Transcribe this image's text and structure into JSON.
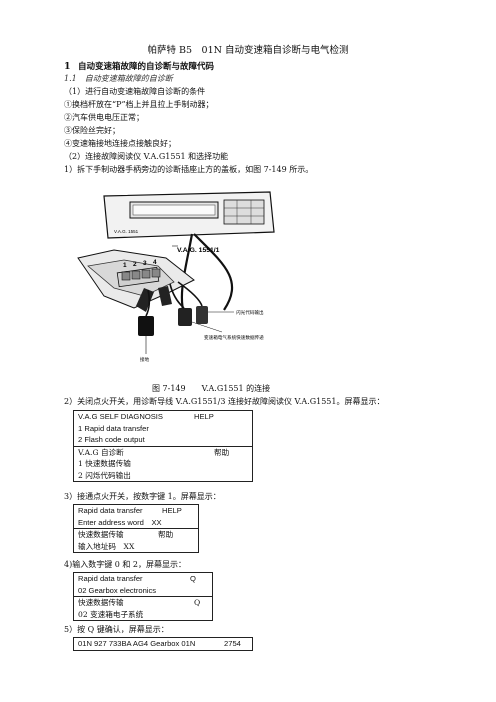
{
  "title": "帕萨特 B5　01N 自动变速箱自诊断与电气检测",
  "section1": {
    "num": "1",
    "label": "自动变速箱故障的自诊断与故障代码"
  },
  "section11": "1.1　自动变速箱故障的自诊断",
  "lines": {
    "l1": "（1）进行自动变速箱故障自诊断的条件",
    "l2": "①换档杆放在“P”档上并且拉上手制动器；",
    "l3": "②汽车供电电压正常；",
    "l4": "③保险丝完好；",
    "l5": "④变速箱接地连接点接触良好；",
    "l6": "（2）连接故障阅读仪 V.A.G1551 和选择功能",
    "l7": "1）拆下手制动器手柄旁边的诊断插座止方的盖板，如图 7-149 所示。",
    "l8": "2）关闭点火开关，用诊断导线 V.A.G1551/3 连接好故障阅读仪 V.A.G1551。屏幕显示：",
    "l9": "3）接通点火开关，按数字键 1。屏幕显示：",
    "l10": "4)输入数字键 0 和 2，屏幕显示：",
    "l11": "5）按 Q 键确认，屏幕显示："
  },
  "figure": {
    "caption": "图 7-149　　V.A.G1551 的连接",
    "device_label": "V.A.G. 1551/1",
    "vag_label": "V.A.G. 1551",
    "numbers": [
      "1",
      "2",
      "3",
      "4"
    ],
    "callout1": "闪光代码输出",
    "callout2": "变速箱电气系统快速数据传递",
    "callout3": "接地"
  },
  "box1": {
    "row1_left": "V.A.G SELF DIAGNOSIS",
    "row1_right": "HELP",
    "row2": "1 Rapid data transfer",
    "row3": "2 Flash code output",
    "row4_left": "V.A.G 自诊断",
    "row4_right": "帮助",
    "row5": "1 快速数据传输",
    "row6": "2 闪烁代码输出"
  },
  "box2": {
    "row1_left": "Rapid data transfer",
    "row1_right": "HELP",
    "row2": "Enter address word　XX",
    "row3_left": "快速数据传输",
    "row3_right": "帮助",
    "row4": "输入地址码　XX"
  },
  "box3": {
    "row1_left": "Rapid data transfer",
    "row1_right": "Q",
    "row2": "02 Gearbox electronics",
    "row3_left": "快速数据传输",
    "row3_right": "Q",
    "row4": "02 变速箱电子系统"
  },
  "box4": {
    "row1_left": "01N 927 733BA AG4 Gearbox 01N",
    "row1_right": "2754"
  }
}
